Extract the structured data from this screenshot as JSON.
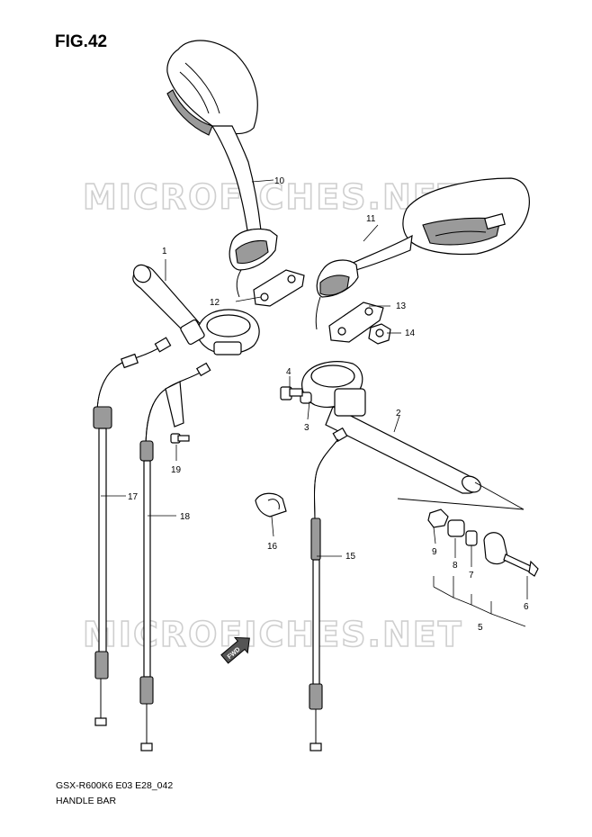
{
  "figure": {
    "title": "FIG.42"
  },
  "watermarks": [
    "MICROFICHES.NET",
    "MICROFICHES.NET"
  ],
  "callouts": [
    "1",
    "2",
    "3",
    "4",
    "5",
    "6",
    "7",
    "8",
    "9",
    "10",
    "11",
    "12",
    "13",
    "14",
    "15",
    "16",
    "17",
    "18",
    "19"
  ],
  "footer": {
    "model_code": "GSX-R600K6 E03 E28_042",
    "caption": "HANDLE BAR"
  },
  "direction_arrow_label": "FWD"
}
